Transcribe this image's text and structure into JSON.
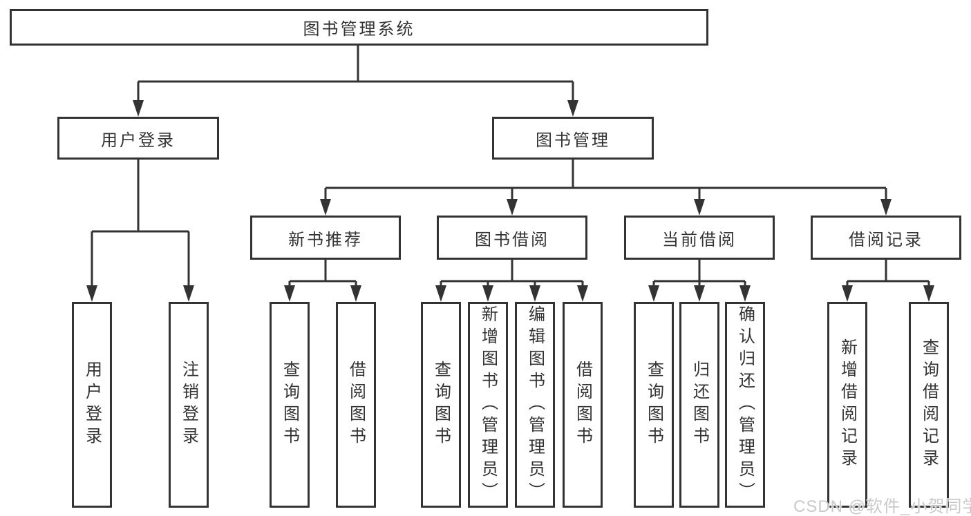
{
  "colors": {
    "line": "#333333",
    "text": "#333333",
    "watermark": "#c9c9c9",
    "background": "#ffffff"
  },
  "watermark": {
    "text": "CSDN @软件_小贺同学"
  },
  "tree": {
    "label": "图书管理系统",
    "children": [
      {
        "label": "用户登录",
        "children": [
          {
            "label": "用户登录"
          },
          {
            "label": "注销登录"
          }
        ]
      },
      {
        "label": "图书管理",
        "children": [
          {
            "label": "新书推荐",
            "children": [
              {
                "label": "查询图书"
              },
              {
                "label": "借阅图书"
              }
            ]
          },
          {
            "label": "图书借阅",
            "children": [
              {
                "label": "查询图书"
              },
              {
                "label": "新增图书（管理员）"
              },
              {
                "label": "编辑图书（管理员）"
              },
              {
                "label": "借阅图书"
              }
            ]
          },
          {
            "label": "当前借阅",
            "children": [
              {
                "label": "查询图书"
              },
              {
                "label": "归还图书"
              },
              {
                "label": "确认归还（管理员）"
              }
            ]
          },
          {
            "label": "借阅记录",
            "children": [
              {
                "label": "新增借阅记录"
              },
              {
                "label": "查询借阅记录"
              }
            ]
          }
        ]
      }
    ]
  }
}
